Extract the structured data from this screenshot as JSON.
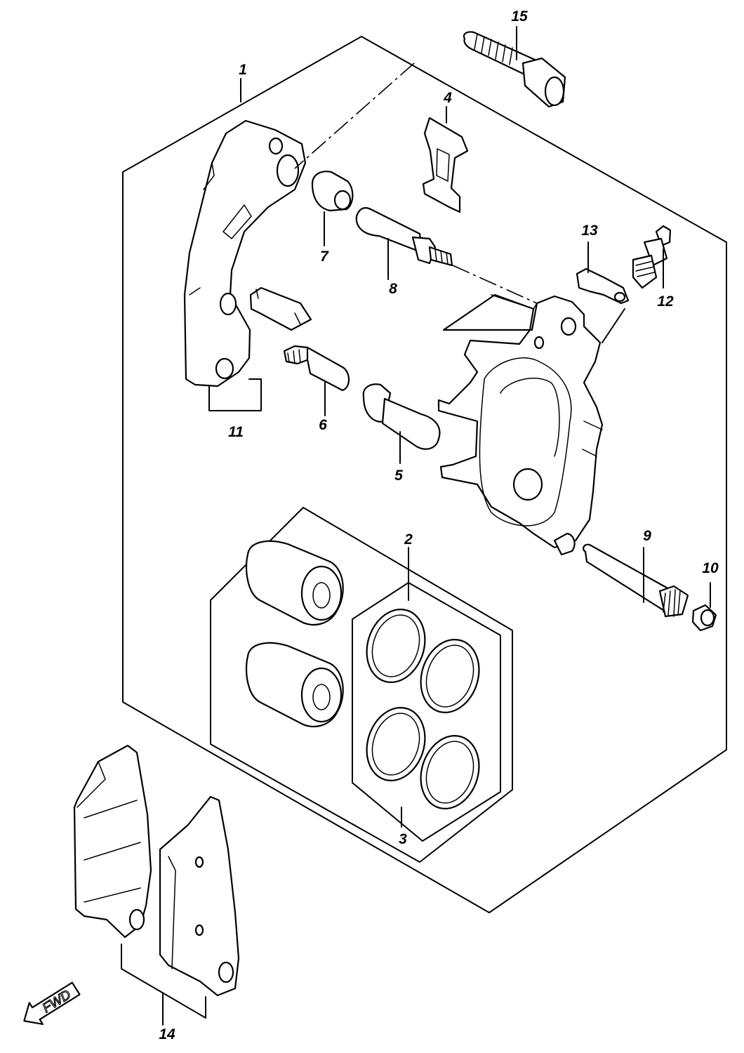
{
  "diagram": {
    "callouts": [
      {
        "id": "c1",
        "number": "1"
      },
      {
        "id": "c2",
        "number": "2"
      },
      {
        "id": "c3",
        "number": "3"
      },
      {
        "id": "c4",
        "number": "4"
      },
      {
        "id": "c5",
        "number": "5"
      },
      {
        "id": "c6",
        "number": "6"
      },
      {
        "id": "c7",
        "number": "7"
      },
      {
        "id": "c8",
        "number": "8"
      },
      {
        "id": "c9",
        "number": "9"
      },
      {
        "id": "c10",
        "number": "10"
      },
      {
        "id": "c11",
        "number": "11"
      },
      {
        "id": "c12",
        "number": "12"
      },
      {
        "id": "c13",
        "number": "13"
      },
      {
        "id": "c14",
        "number": "14"
      },
      {
        "id": "c15",
        "number": "15"
      }
    ],
    "direction_label": "FWD",
    "colors": {
      "line": "#000000",
      "fill": "#ffffff"
    }
  }
}
